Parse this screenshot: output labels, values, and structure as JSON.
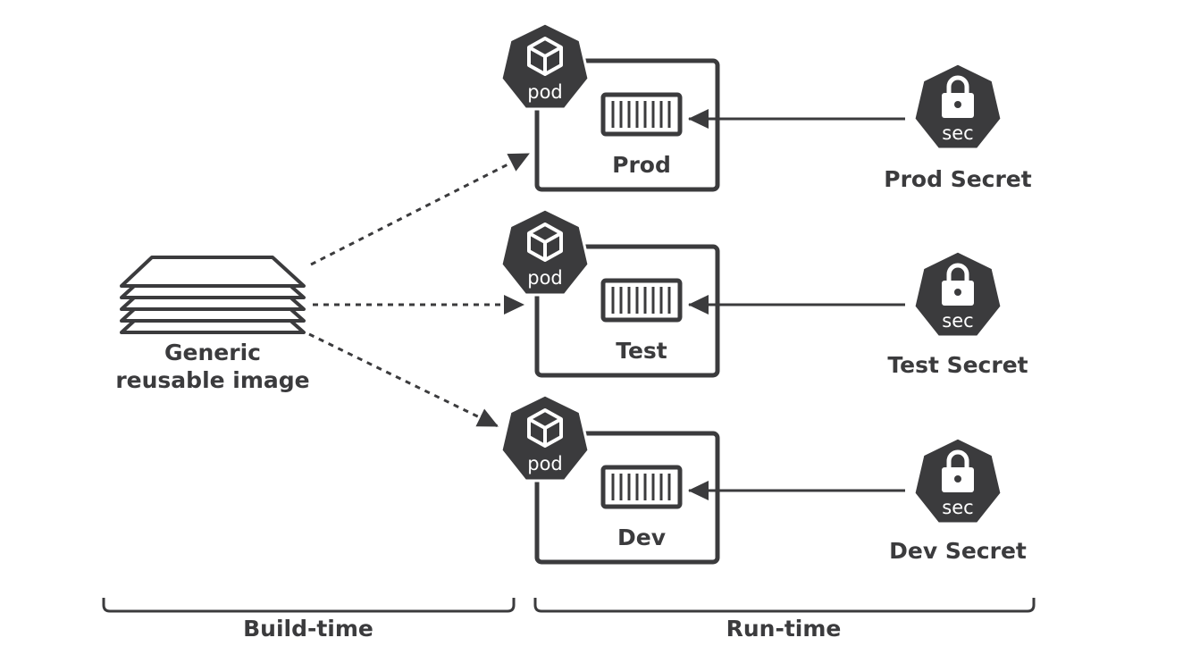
{
  "image": {
    "label_lines": [
      "Generic",
      "reusable image"
    ]
  },
  "environments": [
    {
      "name": "Prod",
      "pod_badge": "pod",
      "secret_badge": "sec",
      "secret_label": "Prod Secret"
    },
    {
      "name": "Test",
      "pod_badge": "pod",
      "secret_badge": "sec",
      "secret_label": "Test Secret"
    },
    {
      "name": "Dev",
      "pod_badge": "pod",
      "secret_badge": "sec",
      "secret_label": "Dev Secret"
    }
  ],
  "phases": {
    "build_time": "Build-time",
    "run_time": "Run-time"
  },
  "icons": {
    "image": "layers-icon",
    "pod": "cube-icon",
    "secret": "lock-icon",
    "container": "container-icon"
  },
  "colors": {
    "ink": "#3b3b3d",
    "paper": "#ffffff"
  }
}
